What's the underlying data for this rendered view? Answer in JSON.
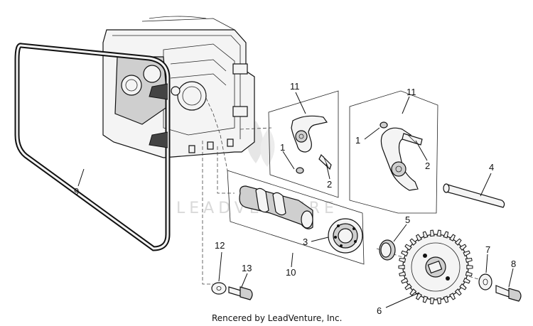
{
  "diagram": {
    "callouts": {
      "c1a": "1",
      "c2a": "2",
      "c11a": "11",
      "c1b": "1",
      "c2b": "2",
      "c11b": "11",
      "c3": "3",
      "c4": "4",
      "c5": "5",
      "c6": "6",
      "c7": "7",
      "c8": "8",
      "c9": "9",
      "c10": "10",
      "c12": "12",
      "c13": "13"
    },
    "watermark": "LEADVENTURE",
    "credit": "Rencered by LeadVenture, Inc."
  }
}
